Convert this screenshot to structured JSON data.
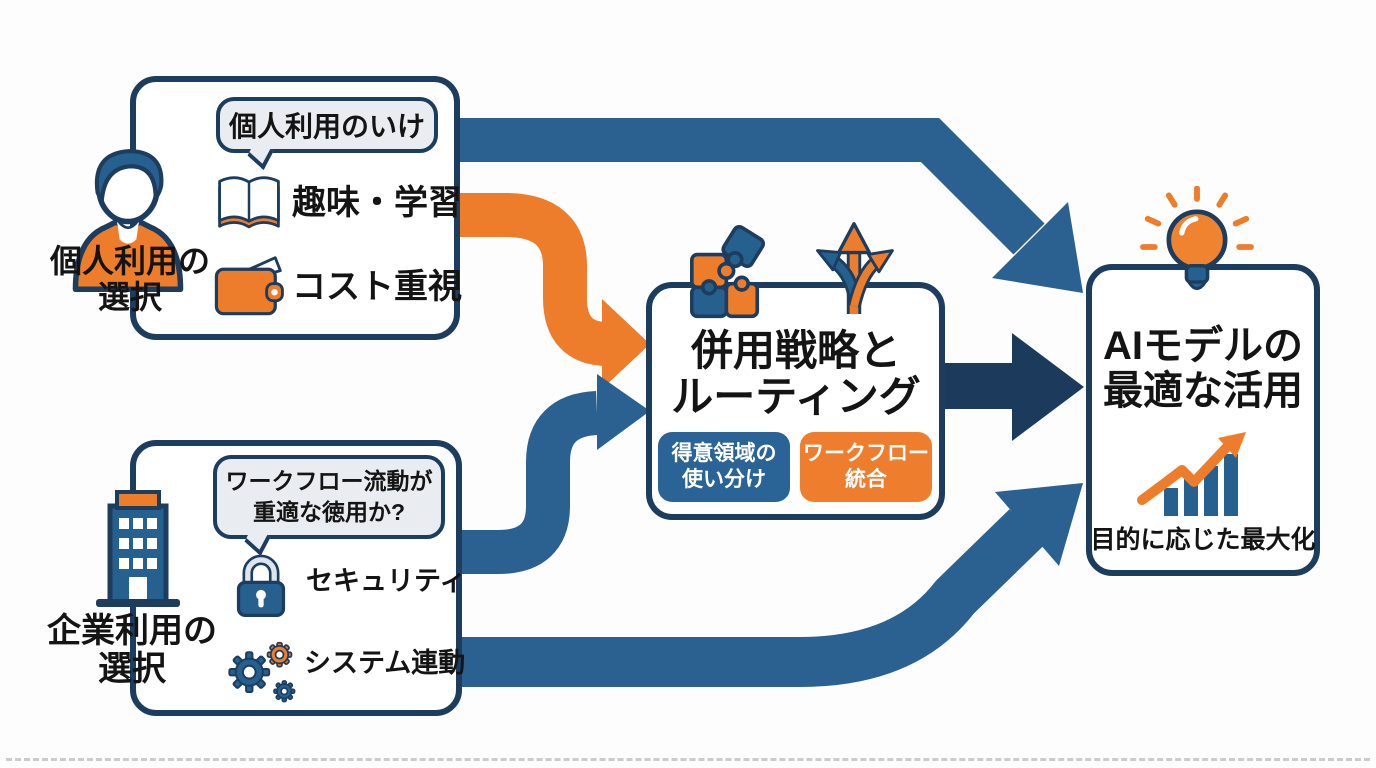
{
  "palette": {
    "navy_border": "#1d3d5f",
    "steel_blue": "#2a6191",
    "dark_navy_arrow": "#1c3b5c",
    "orange": "#ee7d2b",
    "bubble_bg": "#e9edf2",
    "badge_blue": "#2a6496",
    "badge_orange": "#ee7d2e",
    "text": "#141414",
    "background": "#fdfdfd"
  },
  "personal": {
    "bubble": "個人利用のいけ",
    "label1": "個人利用の",
    "label2": "選択",
    "items": [
      {
        "icon": "book-icon",
        "label": "趣味・学習"
      },
      {
        "icon": "wallet-icon",
        "label": "コスト重視"
      }
    ]
  },
  "enterprise": {
    "bubble1": "ワークフロー流動が",
    "bubble2": "重適な徳用か?",
    "label1": "企業利用の",
    "label2": "選択",
    "items": [
      {
        "icon": "lock-icon",
        "label": "セキュリティ"
      },
      {
        "icon": "gears-icon",
        "label": "システム連動"
      }
    ]
  },
  "strategy": {
    "icons": [
      "puzzle-icon",
      "branch-arrows-icon"
    ],
    "title1": "併用戦略と",
    "title2": "ルーティング",
    "badges": [
      {
        "color": "#2a6496",
        "line1": "得意領域の",
        "line2": "使い分け"
      },
      {
        "color": "#ee7d2e",
        "line1": "ワークフロー",
        "line2": "統合"
      }
    ]
  },
  "goal": {
    "icons": [
      "lightbulb-icon",
      "growth-chart-icon"
    ],
    "title1": "AIモデルの",
    "title2": "最適な活用",
    "caption": "目的に応じた最大化"
  },
  "arrows": [
    {
      "name": "arrow-personal-direct-to-goal",
      "color": "#2a6191"
    },
    {
      "name": "arrow-personal-to-strategy",
      "color": "#ee7d2b"
    },
    {
      "name": "arrow-enterprise-to-strategy",
      "color": "#2a6191"
    },
    {
      "name": "arrow-strategy-to-goal",
      "color": "#1c3b5c"
    },
    {
      "name": "arrow-enterprise-direct-to-goal",
      "color": "#2a6191"
    }
  ]
}
